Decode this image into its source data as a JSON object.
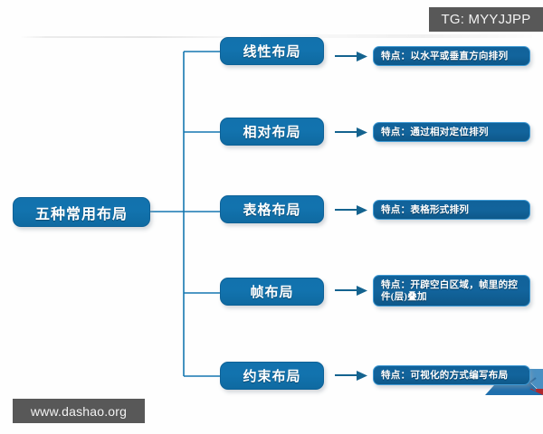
{
  "diagram": {
    "type": "tree-mindmap",
    "root": {
      "label": "五种常用布局"
    },
    "branches": [
      {
        "label": "线性布局",
        "detail": "特点：以水平或垂直方向排列",
        "lines": 1
      },
      {
        "label": "相对布局",
        "detail": "特点：通过相对定位排列",
        "lines": 1
      },
      {
        "label": "表格布局",
        "detail": "特点：表格形式排列",
        "lines": 1
      },
      {
        "label": "帧布局",
        "detail": "特点：开辟空白区域，帧里的控件(层)叠加",
        "lines": 2
      },
      {
        "label": "约束布局",
        "detail": "特点：可视化的方式编写布局",
        "lines": 1
      }
    ]
  },
  "watermarks": {
    "telegram": "TG: MYYJJPP",
    "site": "www.dashao.org"
  },
  "colors": {
    "node_blue": "#1272ae",
    "node_border": "#0d6197",
    "detail_blue": "#12649c",
    "detail_border": "#3f9ad4",
    "connector": "#1577b0",
    "watermark_bg": "#585858",
    "background": "#fefefe"
  },
  "icons": {
    "arrow": "arrow-right-icon",
    "wedge": "corner-wedge-icon"
  }
}
